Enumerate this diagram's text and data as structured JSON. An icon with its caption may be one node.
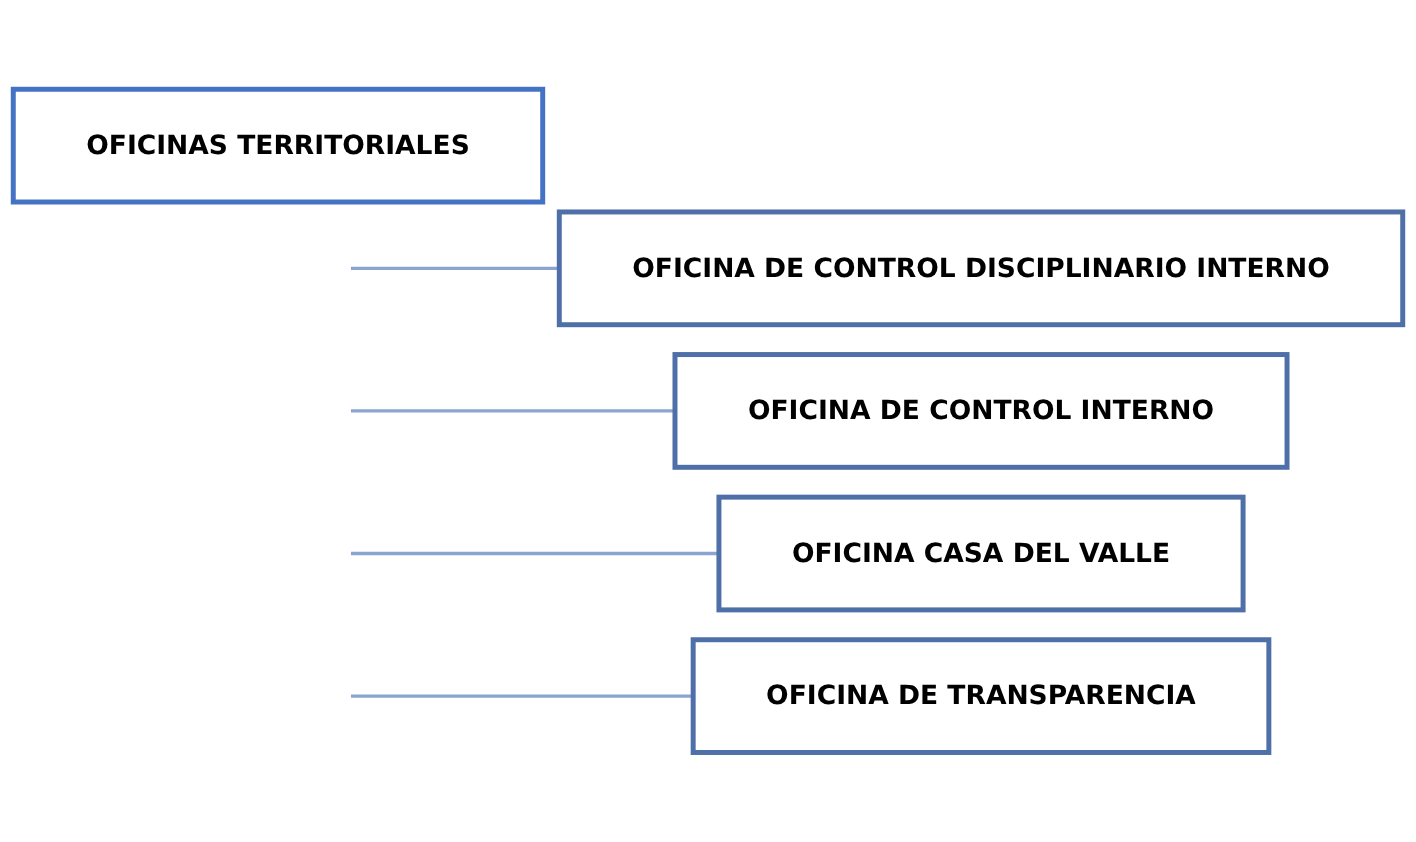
{
  "diagram": {
    "nodes": [
      {
        "text": [
          "OFICINA DE CONTROL DISCIPLINARIO INTERNO"
        ]
      },
      {
        "text": [
          "OFICINA DE CONTROL INTERNO"
        ]
      },
      {
        "text": [
          "OFICINA CASA DEL VALLE"
        ]
      },
      {
        "text": [
          "OFICINA DE TRANSPARENCIA"
        ]
      },
      {
        "text": [
          "OFICINAS TERRITORIALES"
        ]
      }
    ],
    "edges": [
      {
        "from": null,
        "to": 0,
        "arrow": "none"
      },
      {
        "from": null,
        "to": 1,
        "arrow": "none"
      },
      {
        "from": null,
        "to": 2,
        "arrow": "none"
      },
      {
        "from": null,
        "to": 3,
        "arrow": "none"
      }
    ]
  }
}
